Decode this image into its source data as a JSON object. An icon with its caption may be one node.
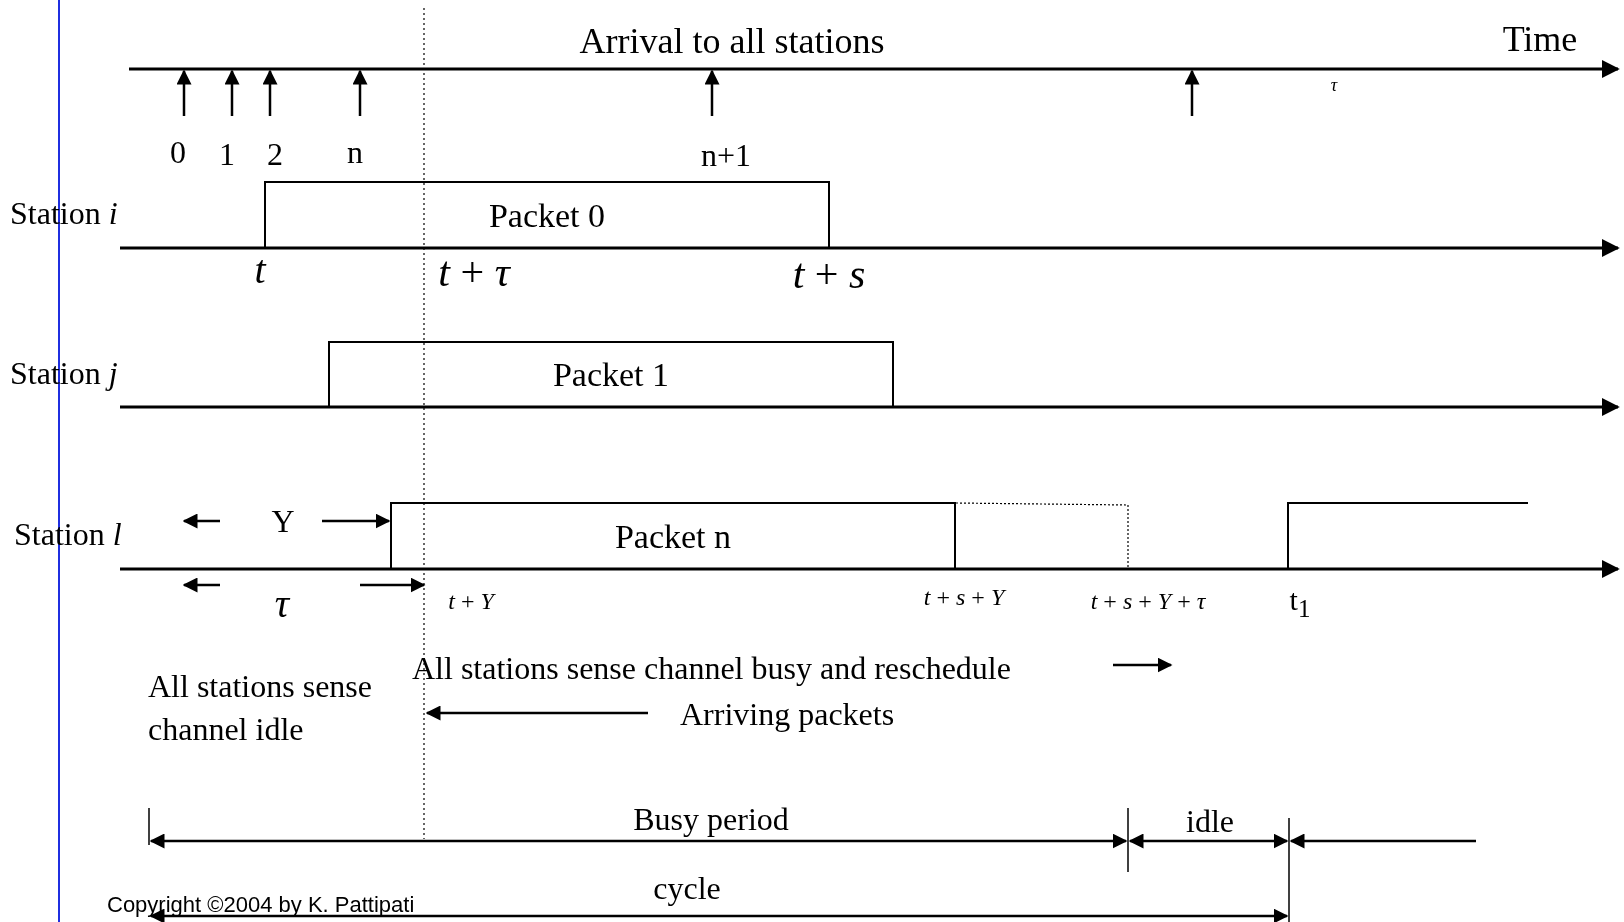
{
  "diagram": {
    "nodes": [
      {
        "text": [
          "Packet 0"
        ]
      },
      {
        "text": [
          "Packet 1"
        ]
      },
      {
        "text": [
          "Packet n"
        ]
      },
      {
        "text": [],
        "shape": "box"
      }
    ],
    "labels": [
      "Arrival to all stations",
      "Time",
      "τ",
      "0",
      "1",
      "2",
      "n",
      "n+1",
      "Station *i*",
      "t",
      "*t* + *τ*",
      "*t* + *s*",
      "Station *j*",
      "Station *l*",
      "Y",
      "τ",
      "*t* + *Y*",
      "*t* + *s* + *Y*",
      "*t* + *s* + *Y* + *τ*",
      "t$_{1}$",
      "All stations sense channel busy and reschedule",
      "All stations sense channel idle",
      "Arriving packets",
      "Busy period",
      "idle",
      "cycle",
      "Copyright ©2004 by K. Pattipati"
    ]
  }
}
